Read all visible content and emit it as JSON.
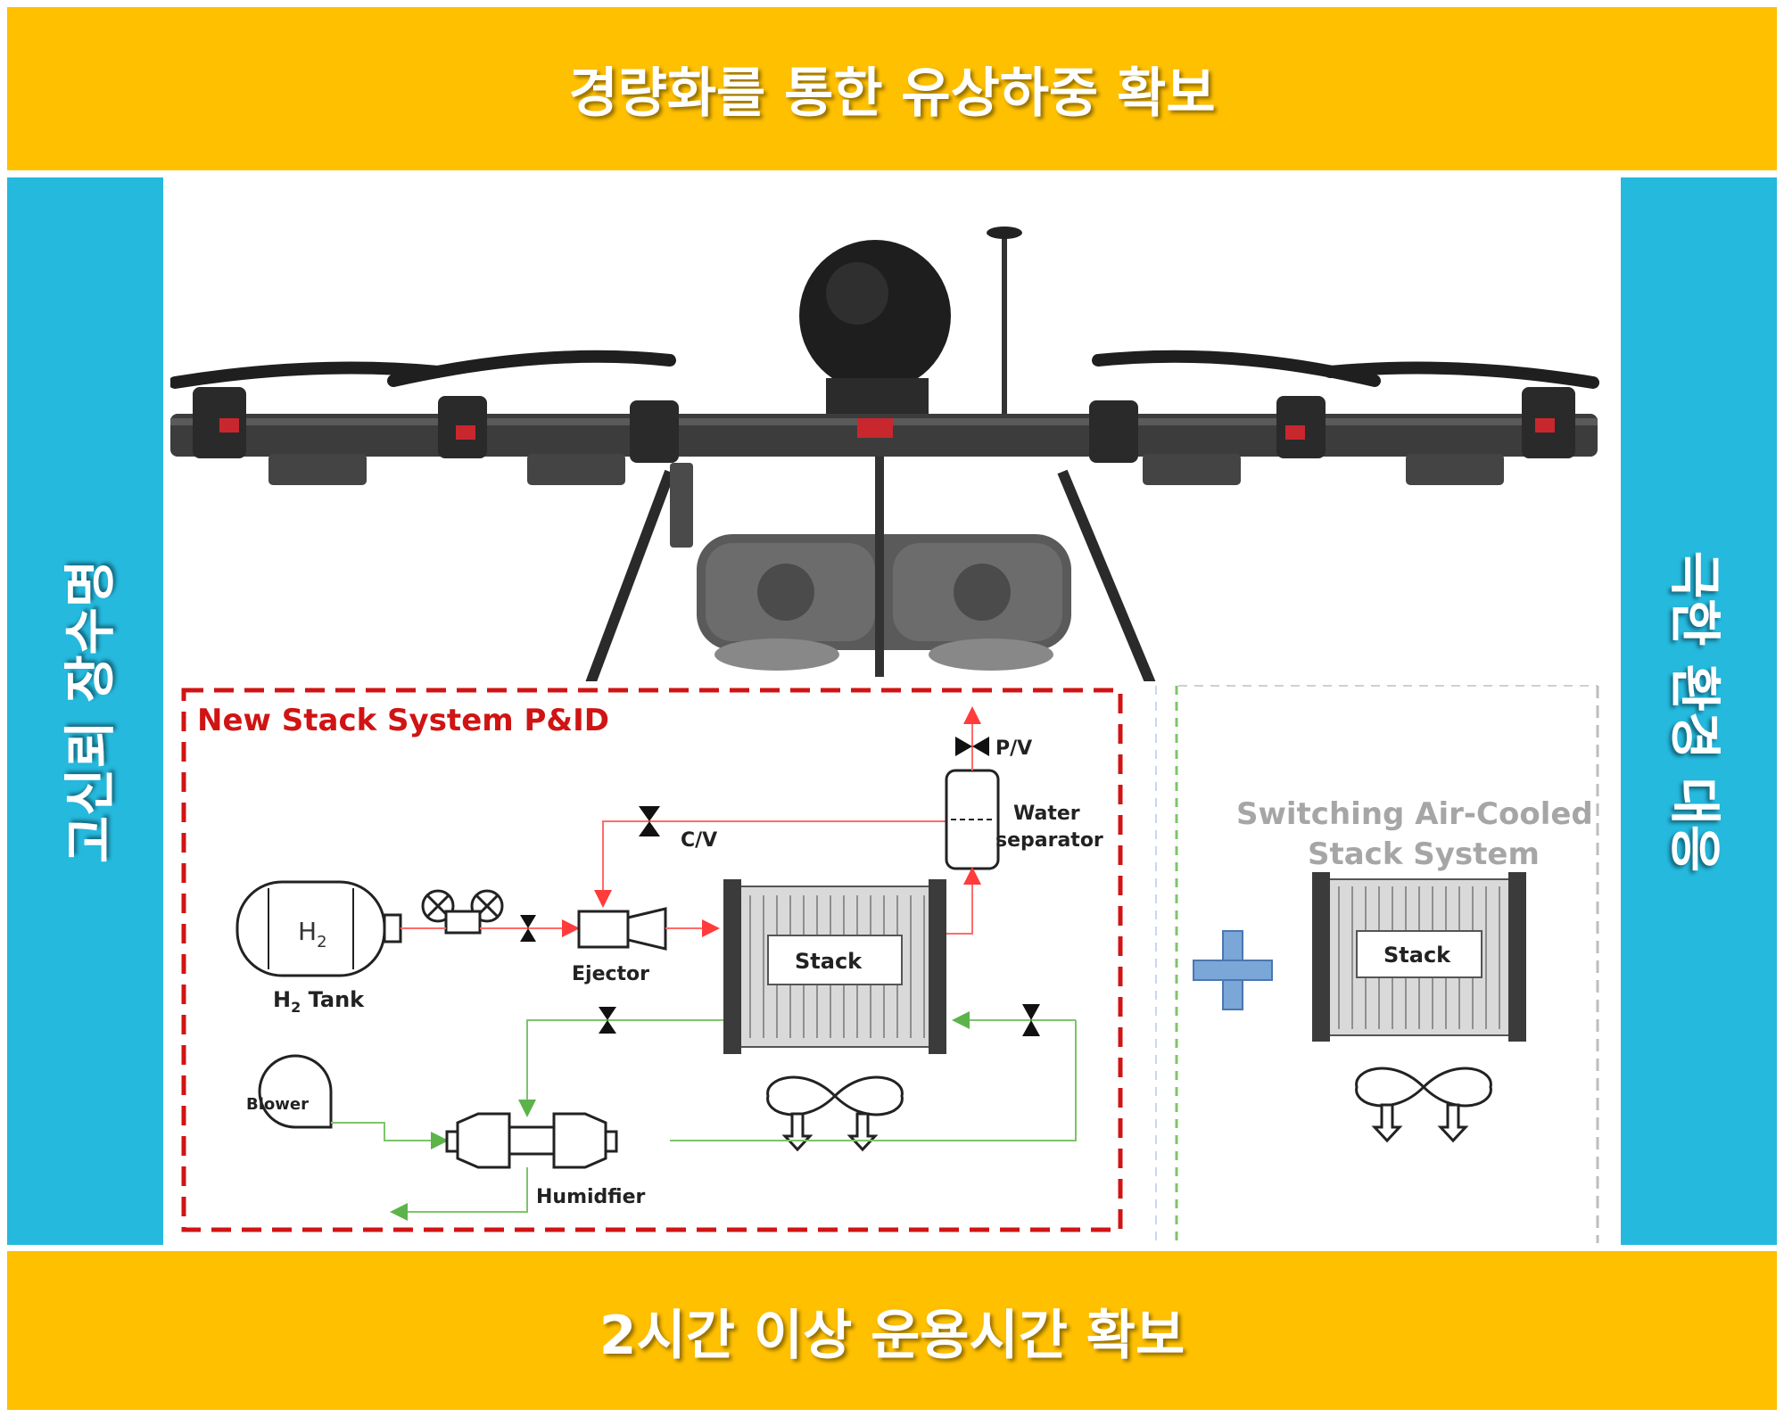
{
  "header": {
    "title": "경량화를 통한 유상하중 확보"
  },
  "footer": {
    "title": "2시간 이상 운용시간 확보"
  },
  "left_panel": {
    "label": "고신뢰 장수명"
  },
  "right_panel": {
    "label": "극한 환경 대응"
  },
  "pid": {
    "title": "New Stack System P&ID",
    "tank_symbol": "H",
    "tank_subscript": "2",
    "tank_label": "H",
    "tank_label_sub": "2",
    "tank_label_rest": " Tank",
    "ejector": "Ejector",
    "stack": "Stack",
    "cv": "C/V",
    "pv": "P/V",
    "water_sep_1": "Water",
    "water_sep_2": "separator",
    "blower": "Blower",
    "humidifier": "Humidfier"
  },
  "air_cooled": {
    "title_1": "Switching  Air-Cooled",
    "title_2": "Stack  System",
    "stack": "Stack"
  },
  "colors": {
    "yellow": "#ffc000",
    "cyan": "#25b9de",
    "red_line": "#ff6b6b",
    "green_line": "#7dc46b",
    "dash_red": "#d01414",
    "plus_blue": "#7aa6d8"
  }
}
